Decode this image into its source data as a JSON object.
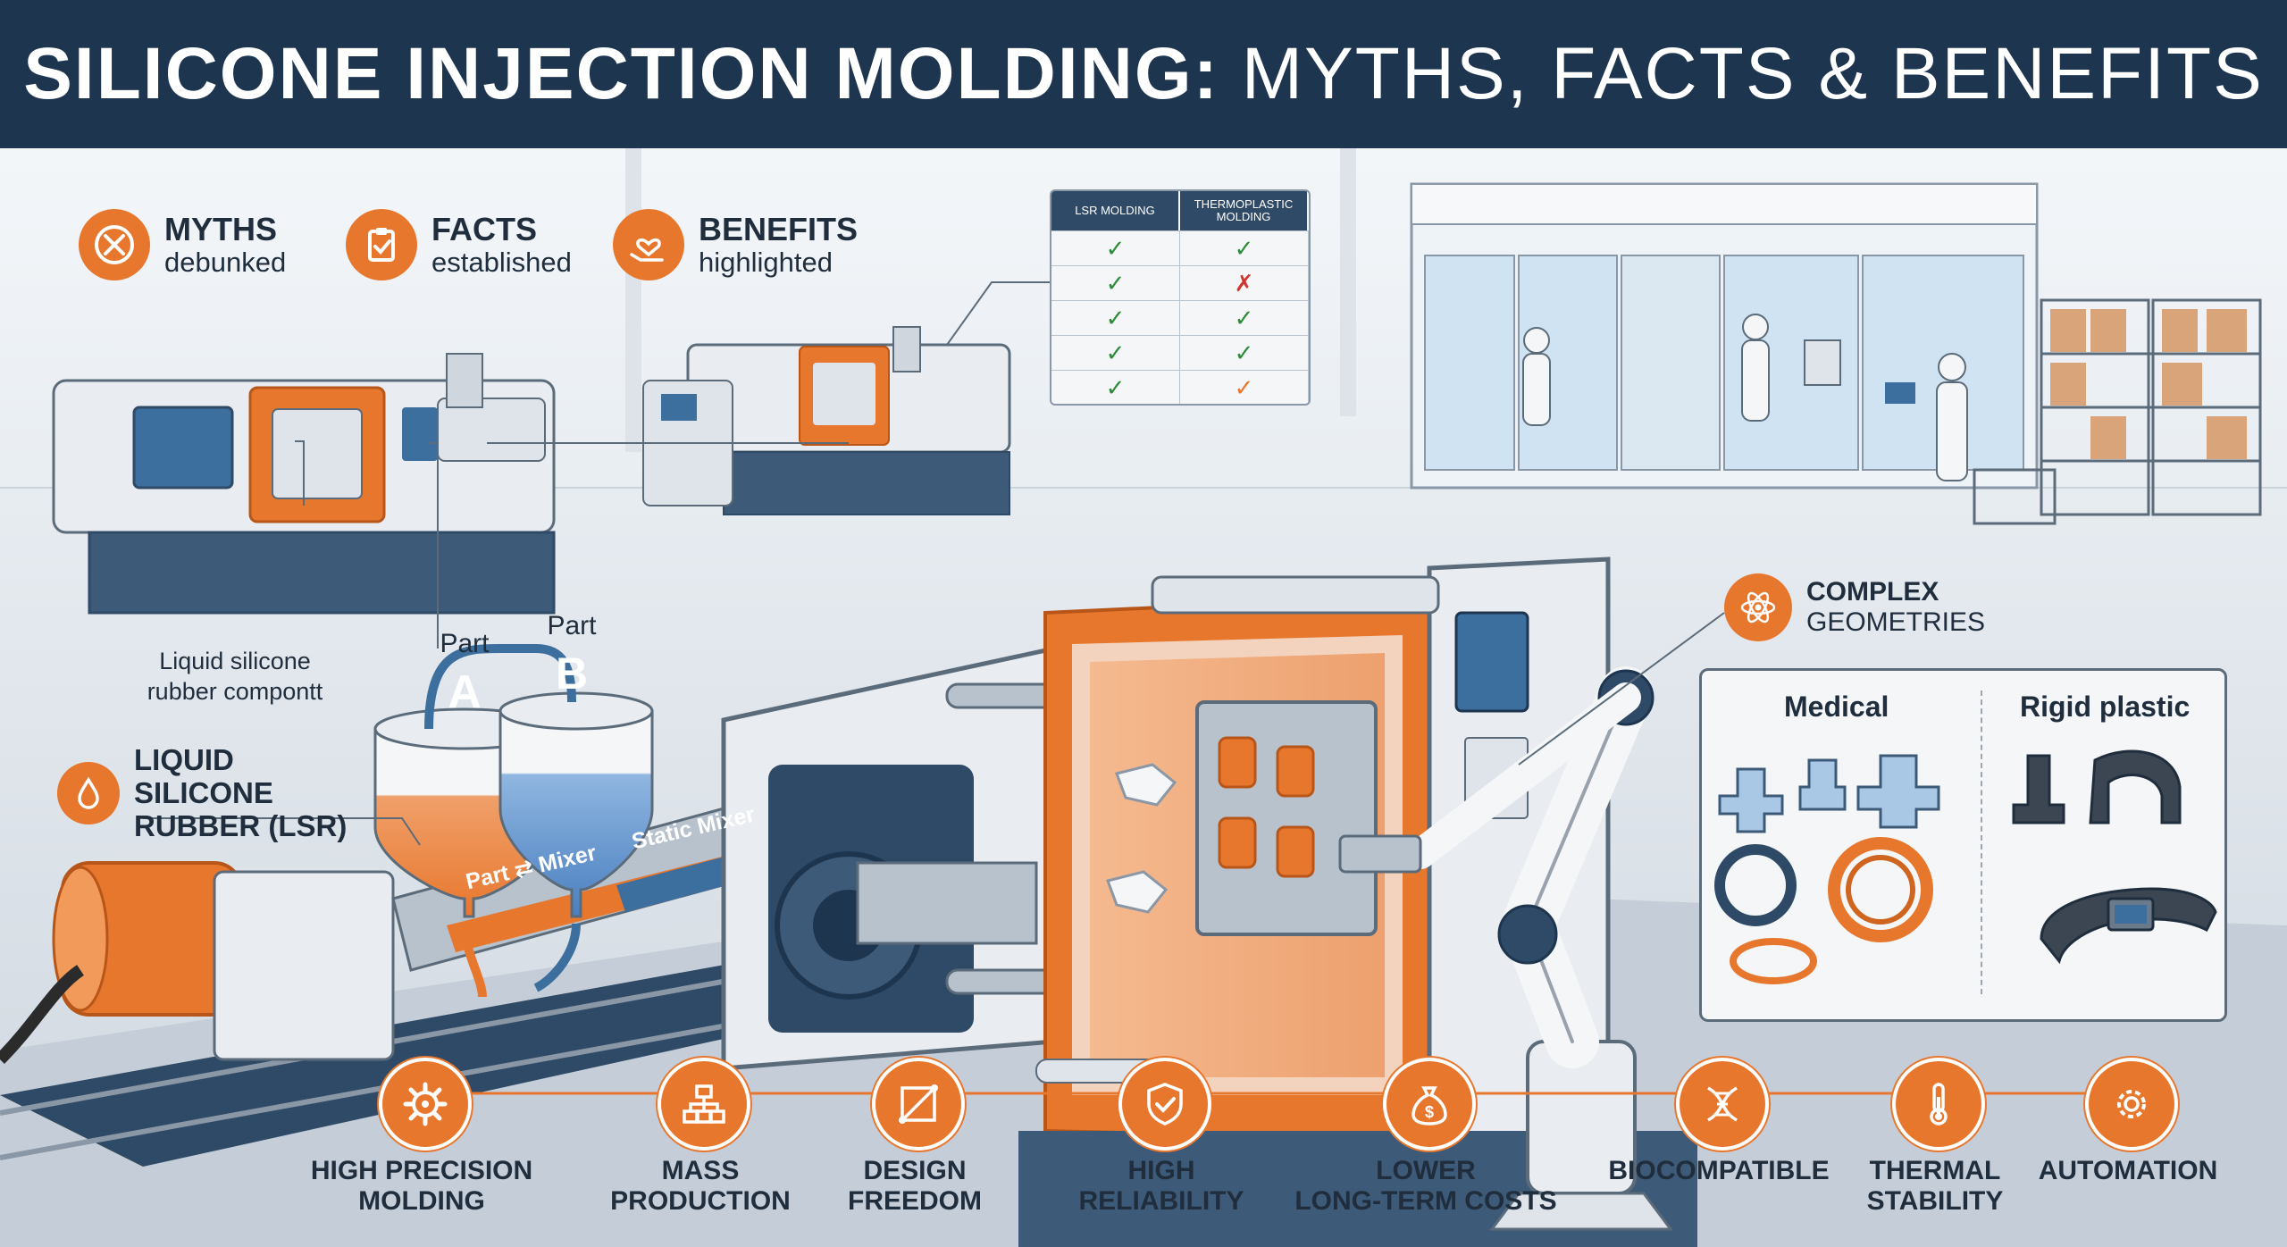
{
  "title": {
    "bold": "SILICONE INJECTION MOLDING:",
    "light": "MYTHS, FACTS & BENEFITS"
  },
  "legend": [
    {
      "icon": "x-circle-icon",
      "title": "MYTHS",
      "subtitle": "debunked"
    },
    {
      "icon": "clipboard-check-icon",
      "title": "FACTS",
      "subtitle": "established"
    },
    {
      "icon": "heart-hand-icon",
      "title": "BENEFITS",
      "subtitle": "highlighted"
    }
  ],
  "comparison_table": {
    "headers": [
      "LSR MOLDING",
      "THERMOPLASTIC MOLDING"
    ],
    "rows": [
      [
        "check",
        "check"
      ],
      [
        "check",
        "cross"
      ],
      [
        "check",
        "check"
      ],
      [
        "check",
        "check"
      ],
      [
        "check",
        "check-orange"
      ]
    ]
  },
  "canisters": {
    "a_label": "Part",
    "a_letter": "A",
    "b_label": "Part",
    "b_letter": "B"
  },
  "component_label": "Liquid silicone rubber compontt",
  "lsr_label": "LIQUID SILICONE RUBBER (LSR)",
  "mixer": {
    "part_mixer": "Part ⇄ Mixer",
    "static_mixer": "Static Mixer"
  },
  "complex_geometries": {
    "line1": "COMPLEX",
    "line2": "GEOMETRIES"
  },
  "parts_panel": {
    "left_heading": "Medical",
    "right_heading": "Rigid plastic"
  },
  "benefits": [
    {
      "icon": "precision-gear-icon",
      "label": "HIGH PRECISION MOLDING"
    },
    {
      "icon": "hierarchy-icon",
      "label": "MASS PRODUCTION"
    },
    {
      "icon": "design-square-icon",
      "label": "DESIGN FREEDOM"
    },
    {
      "icon": "shield-check-icon",
      "label": "HIGH RELIABILITY"
    },
    {
      "icon": "money-bag-icon",
      "label": "LOWER LONG-TERM COSTS"
    },
    {
      "icon": "dna-icon",
      "label": "BIOCOMPATIBLE"
    },
    {
      "icon": "thermometer-icon",
      "label": "THERMAL STABILITY"
    },
    {
      "icon": "automation-gear-icon",
      "label": "AUTOMATION"
    }
  ],
  "colors": {
    "accent": "#e8772e",
    "navy": "#1e3550",
    "machine_grey": "#dfe4ea",
    "steel_blue": "#3d5a78"
  }
}
